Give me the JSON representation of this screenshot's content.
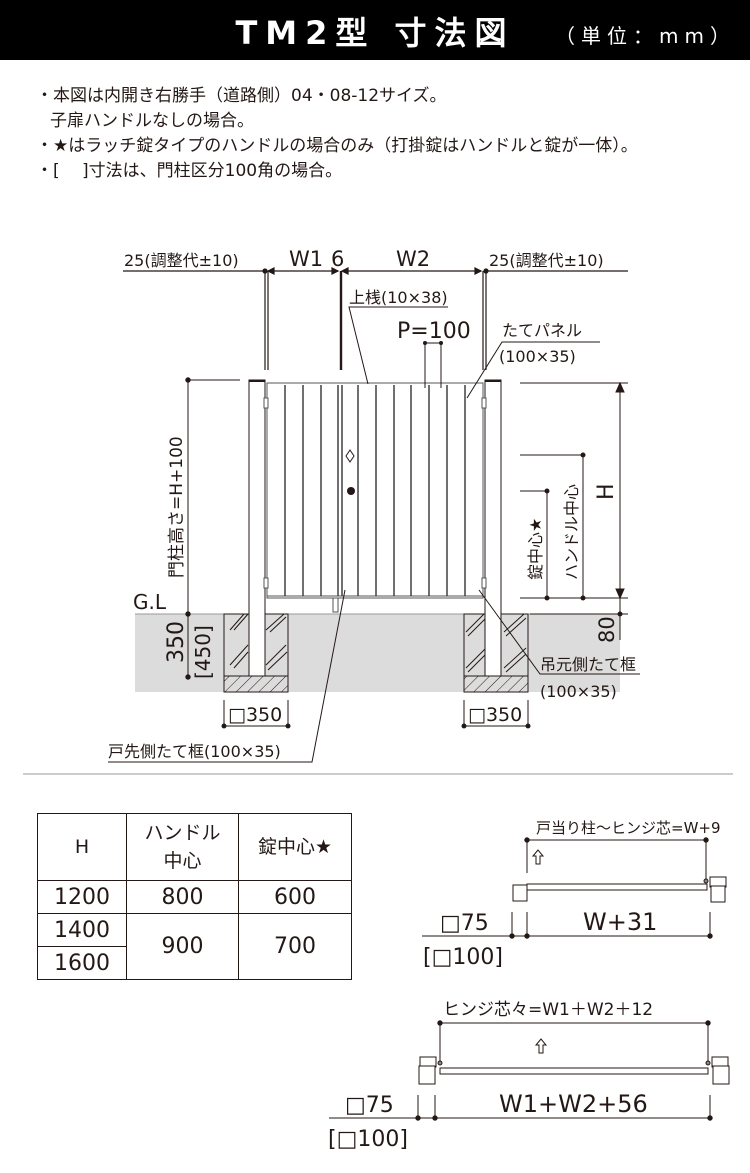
{
  "header": {
    "title": "TM2型 寸法図",
    "unit": "（単位：mm）"
  },
  "notes": [
    "・本図は内開き右勝手（道路側）04・08-12サイズ。",
    "子扉ハンドルなしの場合。",
    "・★はラッチ錠タイプのハンドルの場合のみ（打掛錠はハンドルと錠が一体）。",
    "・[　 ]寸法は、門柱区分100角の場合。"
  ],
  "elevation": {
    "adjust_left": "25(調整代±10)",
    "adjust_right": "25(調整代±10)",
    "w1": "W1",
    "gap": "6",
    "w2": "W2",
    "top_rail": "上桟(10×38)",
    "pitch": "P=100",
    "panel_name": "たてパネル",
    "panel_size": "(100×35)",
    "post_height": "門柱高さ=H+100",
    "h": "H",
    "handle_center": "ハンドル中心",
    "lock_center": "錠中心★",
    "gl": "G.L",
    "embed": "350",
    "embed_alt": "[450]",
    "clearance": "80",
    "hinge_frame_name": "吊元側たて框",
    "hinge_frame_size": "(100×35)",
    "footing_left": "□350",
    "footing_right": "□350",
    "latch_frame": "戸先側たて框(100×35)"
  },
  "table": {
    "headers": [
      "H",
      "ハンドル",
      "中心",
      "錠中心★"
    ],
    "rows": [
      {
        "h": "1200",
        "handle": "800",
        "lock": "600"
      },
      {
        "h": "1400",
        "handle": "900",
        "lock": "700"
      },
      {
        "h": "1600"
      }
    ]
  },
  "plan_single": {
    "top_dim": "戸当り柱～ヒンジ芯=W+9",
    "post": "□75",
    "post_alt": "[□100]",
    "width": "W+31"
  },
  "plan_double": {
    "top_dim": "ヒンジ芯々=W1＋W2＋12",
    "post": "□75",
    "post_alt": "[□100]",
    "width": "W1+W2+56"
  },
  "colors": {
    "header_bg": "#000000",
    "line": "#231815",
    "ground": "#dcdcdc",
    "divider": "#cccccc"
  }
}
